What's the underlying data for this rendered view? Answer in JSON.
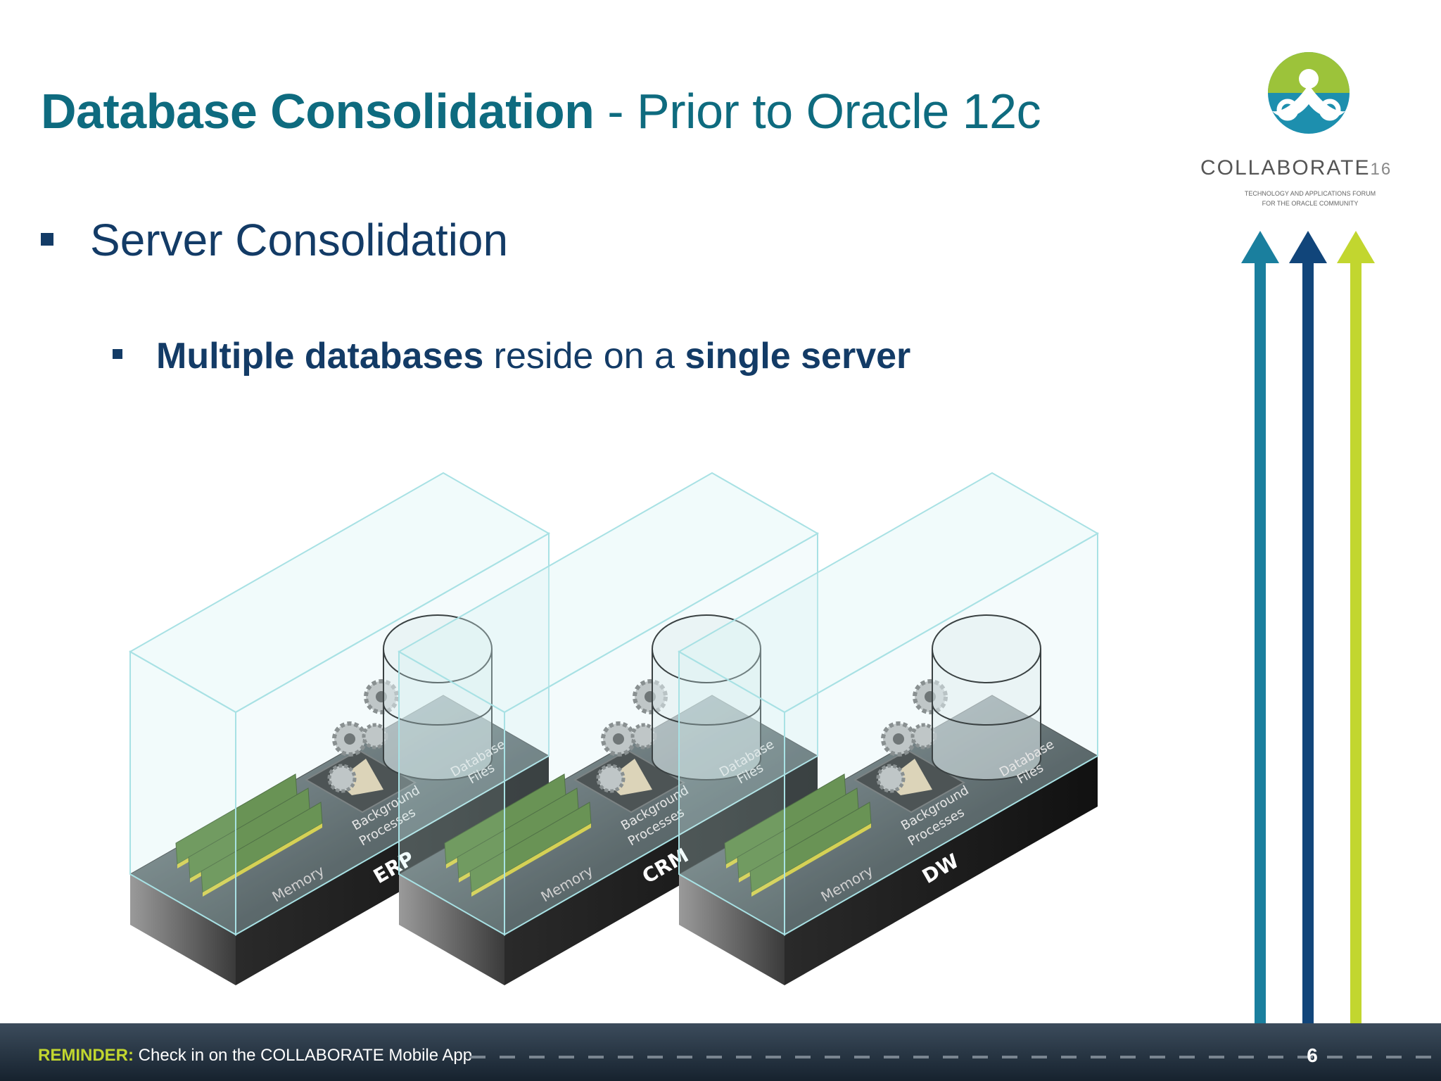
{
  "slide": {
    "title_bold": "Database Consolidation",
    "title_rest": " - Prior to Oracle 12c",
    "bullet1": "Server Consolidation",
    "bullet2": {
      "part1_bold": "Multiple databases",
      "part2": " reside on a ",
      "part3_bold": "single server"
    },
    "page_number": "6"
  },
  "logo": {
    "wordmark": "COLLABORATE",
    "wordmark_num": "16",
    "tagline_line1": "TECHNOLOGY AND APPLICATIONS FORUM",
    "tagline_line2": "FOR THE ORACLE COMMUNITY",
    "arrow_colors": [
      "#1a7f9e",
      "#11457a",
      "#c2d62f"
    ]
  },
  "diagram": {
    "servers": [
      {
        "name": "ERP",
        "memory": "Memory",
        "processes_1": "Background",
        "processes_2": "Processes",
        "files_1": "Database",
        "files_2": "Files"
      },
      {
        "name": "CRM",
        "memory": "Memory",
        "processes_1": "Background",
        "processes_2": "Processes",
        "files_1": "Database",
        "files_2": "Files"
      },
      {
        "name": "DW",
        "memory": "Memory",
        "processes_1": "Background",
        "processes_2": "Processes",
        "files_1": "Database",
        "files_2": "Files"
      }
    ]
  },
  "footer": {
    "reminder_label": "REMINDER:",
    "reminder_text": " Check in on the COLLABORATE Mobile App"
  }
}
